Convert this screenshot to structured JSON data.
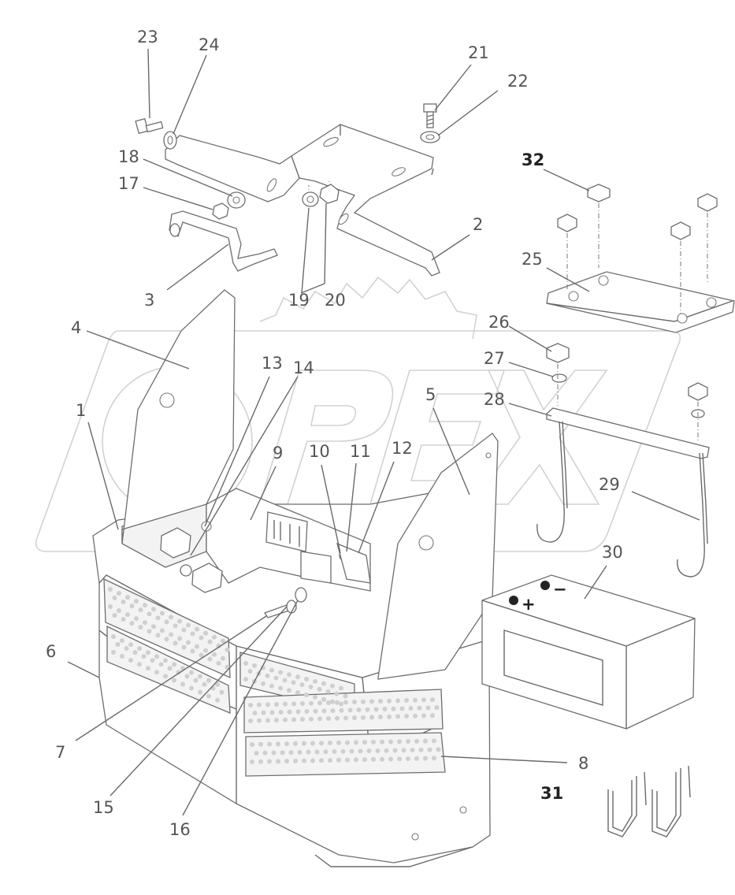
{
  "diagram": {
    "header_text": "",
    "callouts": [
      {
        "id": "c1",
        "label": "1"
      },
      {
        "id": "c2",
        "label": "2"
      },
      {
        "id": "c3",
        "label": "3"
      },
      {
        "id": "c4",
        "label": "4"
      },
      {
        "id": "c5",
        "label": "5"
      },
      {
        "id": "c6",
        "label": "6"
      },
      {
        "id": "c7",
        "label": "7"
      },
      {
        "id": "c8",
        "label": "8"
      },
      {
        "id": "c9",
        "label": "9"
      },
      {
        "id": "c10",
        "label": "10"
      },
      {
        "id": "c11",
        "label": "11"
      },
      {
        "id": "c12",
        "label": "12"
      },
      {
        "id": "c13",
        "label": "13"
      },
      {
        "id": "c14",
        "label": "14"
      },
      {
        "id": "c15",
        "label": "15"
      },
      {
        "id": "c16",
        "label": "16"
      },
      {
        "id": "c17",
        "label": "17"
      },
      {
        "id": "c18",
        "label": "18"
      },
      {
        "id": "c19",
        "label": "19"
      },
      {
        "id": "c20",
        "label": "20"
      },
      {
        "id": "c21",
        "label": "21"
      },
      {
        "id": "c22",
        "label": "22"
      },
      {
        "id": "c23",
        "label": "23"
      },
      {
        "id": "c24",
        "label": "24"
      },
      {
        "id": "c25",
        "label": "25"
      },
      {
        "id": "c26",
        "label": "26"
      },
      {
        "id": "c27",
        "label": "27"
      },
      {
        "id": "c28",
        "label": "28"
      },
      {
        "id": "c29",
        "label": "29"
      },
      {
        "id": "c30",
        "label": "30"
      },
      {
        "id": "c31",
        "label": "31"
      },
      {
        "id": "c32",
        "label": "32"
      }
    ],
    "battery": {
      "plus": "+",
      "minus": "−"
    },
    "watermark": "OPEX"
  }
}
